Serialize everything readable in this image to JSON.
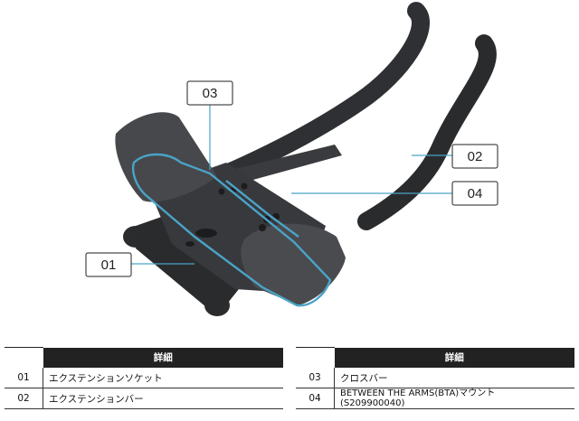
{
  "callouts": [
    {
      "num": "03"
    },
    {
      "num": "02"
    },
    {
      "num": "04"
    },
    {
      "num": "01"
    }
  ],
  "tables": [
    {
      "header": "詳細",
      "rows": [
        {
          "num": "01",
          "desc": "エクステンションソケット"
        },
        {
          "num": "02",
          "desc": "エクステンションバー"
        }
      ]
    },
    {
      "header": "詳細",
      "rows": [
        {
          "num": "03",
          "desc": "クロスバー"
        },
        {
          "num": "04",
          "desc_line1": "BETWEEN THE ARMS(BTA)マウント",
          "desc_line2": "(S209900040)"
        }
      ]
    }
  ],
  "colors": {
    "accent": "#4aa3c8",
    "product": "#2e2f31",
    "table_header": "#222222"
  }
}
